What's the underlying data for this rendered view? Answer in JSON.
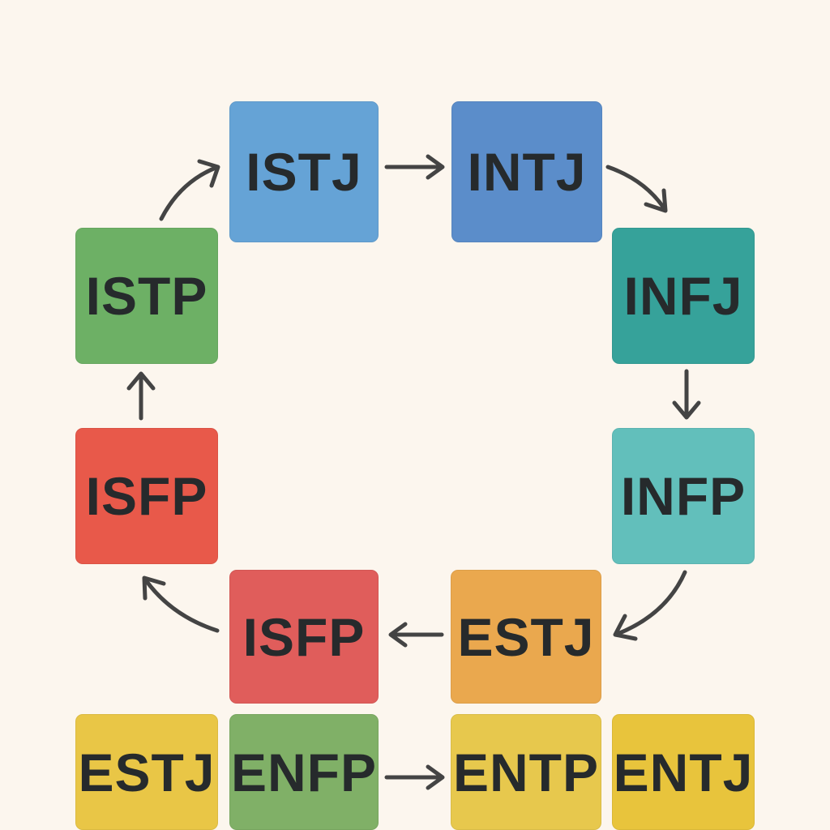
{
  "nodes": [
    {
      "id": "istj-top",
      "label": "ISTJ",
      "color": "#65a3d6"
    },
    {
      "id": "intj",
      "label": "INTJ",
      "color": "#5b8dca"
    },
    {
      "id": "infj",
      "label": "INFJ",
      "color": "#36a29a"
    },
    {
      "id": "infp",
      "label": "INFP",
      "color": "#62bfbb"
    },
    {
      "id": "estj-mid",
      "label": "ESTJ",
      "color": "#eaa84e"
    },
    {
      "id": "isfp-mid",
      "label": "ISFP",
      "color": "#e05d5b"
    },
    {
      "id": "isfp-left",
      "label": "ISFP",
      "color": "#e8594a"
    },
    {
      "id": "istp",
      "label": "ISTP",
      "color": "#6db065"
    },
    {
      "id": "estj-bottom",
      "label": "ESTJ",
      "color": "#e9c646"
    },
    {
      "id": "enfp",
      "label": "ENFP",
      "color": "#80b067"
    },
    {
      "id": "entp",
      "label": "ENTP",
      "color": "#e7c84d"
    },
    {
      "id": "entj",
      "label": "ENTJ",
      "color": "#e8c43c"
    }
  ],
  "edges": [
    {
      "from": "istj-top",
      "to": "intj"
    },
    {
      "from": "intj",
      "to": "infj"
    },
    {
      "from": "infj",
      "to": "infp"
    },
    {
      "from": "infp",
      "to": "estj-mid"
    },
    {
      "from": "estj-mid",
      "to": "isfp-mid"
    },
    {
      "from": "isfp-mid",
      "to": "isfp-left"
    },
    {
      "from": "isfp-left",
      "to": "istp"
    },
    {
      "from": "istp",
      "to": "istj-top"
    },
    {
      "from": "enfp",
      "to": "entp"
    }
  ]
}
